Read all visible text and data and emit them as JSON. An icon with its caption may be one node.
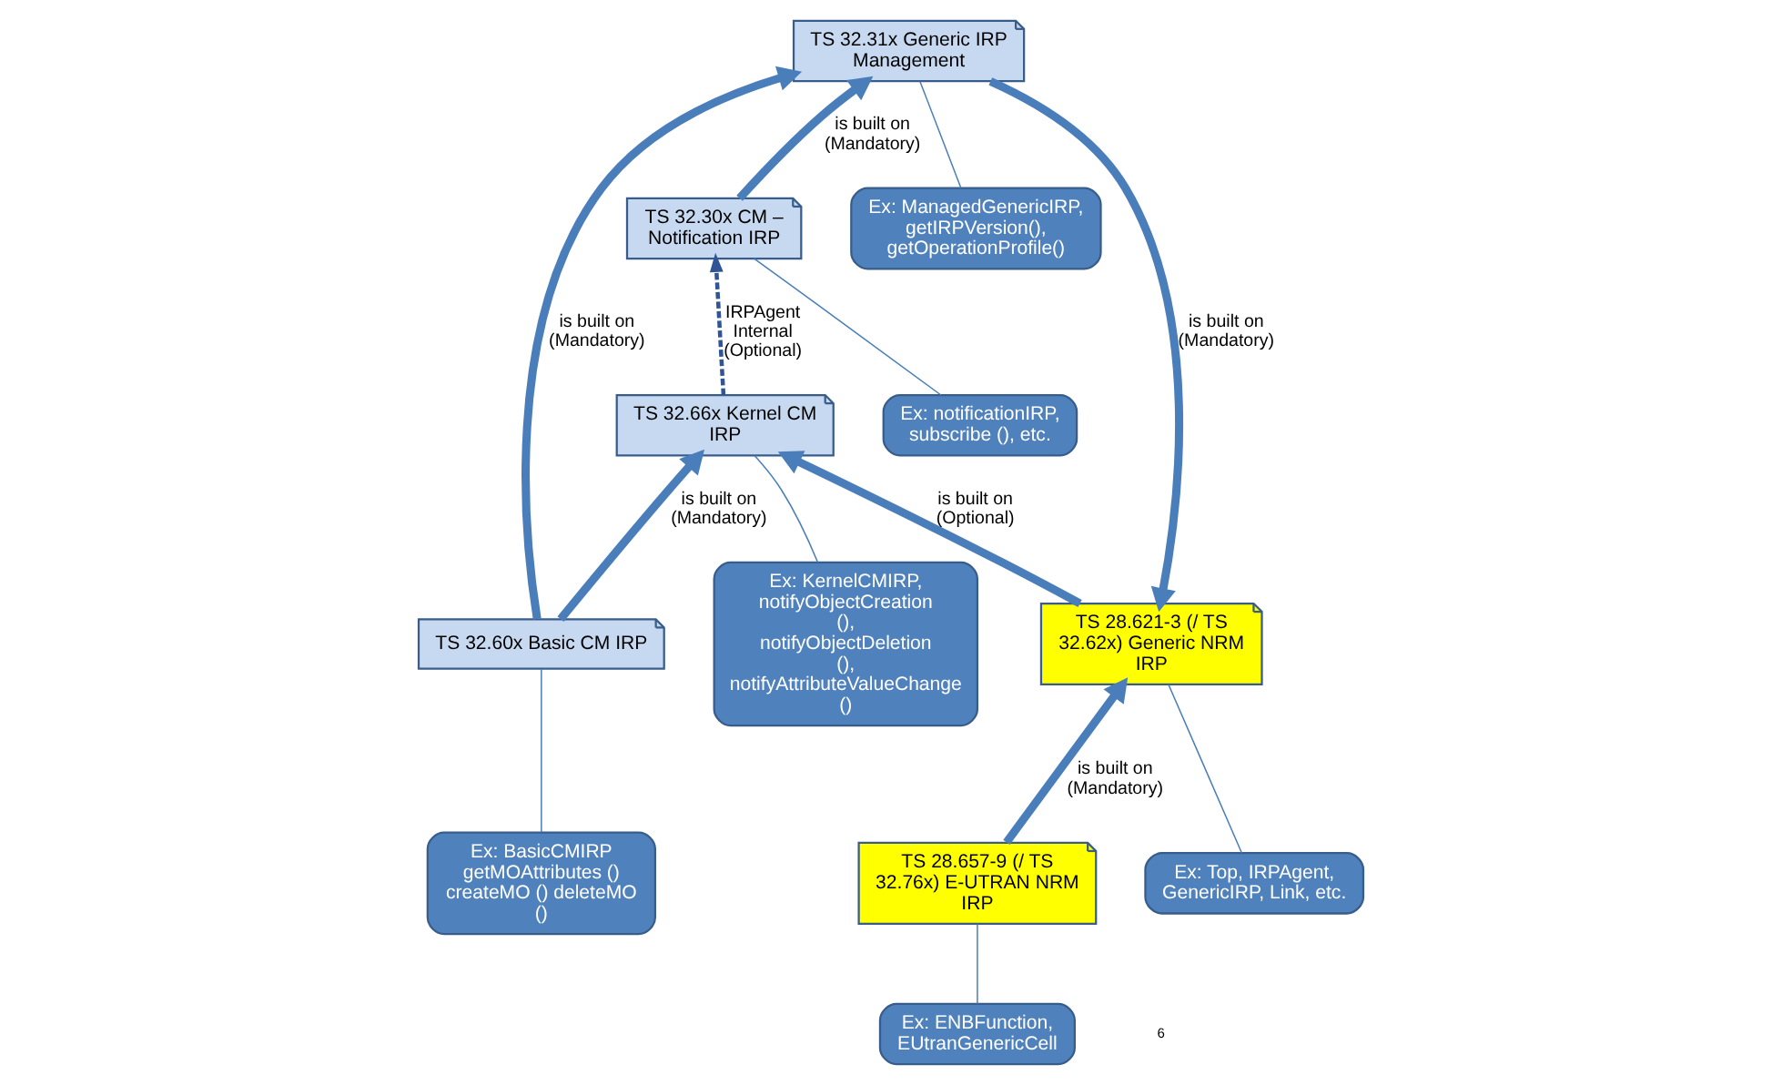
{
  "diagram": {
    "nodes": [
      {
        "text": [
          "TS 28.621-3 (/ TS 32.62x) Generic NRM IRP"
        ]
      },
      {
        "text": [
          "TS 28.657-9 (/ TS 32.76x) E-UTRAN NRM IRP"
        ]
      },
      {
        "text": [
          "TS 32.31x Generic IRP Management"
        ]
      },
      {
        "text": [
          "TS 32.30x CM – Notification IRP"
        ]
      },
      {
        "text": [
          "TS 32.66x Kernel CM IRP"
        ]
      },
      {
        "text": [
          "TS 32.60x Basic CM IRP"
        ]
      },
      {
        "text": [
          "Ex: Top, IRPAgent, GenericIRP, Link, etc."
        ]
      },
      {
        "text": [
          "Ex: ENBFunction, EUtranGenericCell"
        ]
      },
      {
        "text": [
          "Ex: ManagedGenericIRP, getIRPVersion(), getOperationProfile()"
        ]
      },
      {
        "text": [
          "Ex: notificationIRP, subscribe (), etc."
        ]
      },
      {
        "text": [
          "Ex: BasicCMIRP getMOAttributes () createMO () deleteMO ()"
        ]
      },
      {
        "text": [
          "Ex: KernelCMIRP, notifyObjectCreation (), notifyObjectDeletion (), notifyAttributeValueChange ()"
        ]
      }
    ],
    "edges": [
      {
        "from": 1,
        "to": 0,
        "arrow": "to",
        "label": "is built on (Mandatory)",
        "style": "thick"
      },
      {
        "from": 2,
        "to": 0,
        "arrow": "to",
        "label": "is built on (Mandatory)",
        "style": "thick"
      },
      {
        "from": 3,
        "to": 2,
        "arrow": "to",
        "label": "is built on (Mandatory)",
        "style": "thick"
      },
      {
        "from": 0,
        "to": 4,
        "arrow": "to",
        "label": "is built on (Optional)",
        "style": "thick"
      },
      {
        "from": 5,
        "to": 2,
        "arrow": "to",
        "label": "is built on (Mandatory)",
        "style": "thick"
      },
      {
        "from": 5,
        "to": 4,
        "arrow": "to",
        "label": "is built on (Mandatory)",
        "style": "thick"
      },
      {
        "from": 4,
        "to": 3,
        "arrow": "to",
        "label": "IRPAgent Internal (Optional)",
        "style": "dashed",
        "color": "#2f5597"
      },
      {
        "from": 6,
        "to": 0,
        "arrow": "none"
      },
      {
        "from": 7,
        "to": 1,
        "arrow": "none"
      },
      {
        "from": 8,
        "to": 2,
        "arrow": "none"
      },
      {
        "from": 9,
        "to": 3,
        "arrow": "none"
      },
      {
        "from": 10,
        "to": 5,
        "arrow": "none"
      },
      {
        "from": 11,
        "to": 4,
        "arrow": "none"
      }
    ],
    "labels": [
      "6"
    ]
  }
}
